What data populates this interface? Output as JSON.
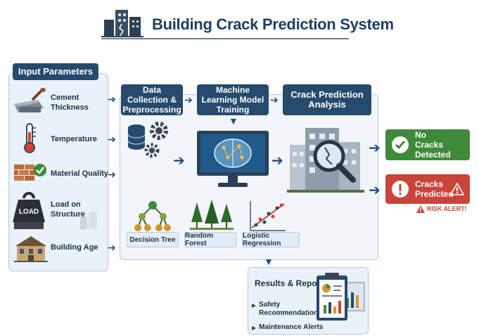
{
  "title": "Building Crack Prediction System",
  "input_panel": {
    "header": "Input Parameters",
    "items": [
      {
        "label": "Cement Thickness",
        "icon": "trowel-icon"
      },
      {
        "label": "Temperature",
        "icon": "thermometer-icon"
      },
      {
        "label": "Material Quality",
        "icon": "bricks-check-icon"
      },
      {
        "label": "Load on Structure",
        "icon": "weight-load-icon",
        "icon_text": "LOAD"
      },
      {
        "label": "Building Age",
        "icon": "old-building-icon"
      }
    ]
  },
  "pipeline": {
    "step1": "Data Collection & Preprocessing",
    "step2": "Machine Learning Model Training",
    "step3": "Crack Prediction Analysis"
  },
  "algorithms": [
    {
      "label": "Decision Tree",
      "icon": "tree-diagram-icon"
    },
    {
      "label": "Random Forest",
      "icon": "forest-icon"
    },
    {
      "label": "Logistic Regression",
      "icon": "scatter-plot-icon"
    }
  ],
  "outcomes": {
    "no_cracks": "No Cracks Detected",
    "cracks": "Cracks Predicted",
    "risk_alert": "RISK ALERT!"
  },
  "results": {
    "header": "Results & Reports",
    "bullets": [
      "Safety Recommendations",
      "Maintenance Alerts"
    ]
  },
  "colors": {
    "navy": "#264a6e",
    "green": "#3f8a3a",
    "red": "#c9443a",
    "panel": "#eaf2f9"
  }
}
